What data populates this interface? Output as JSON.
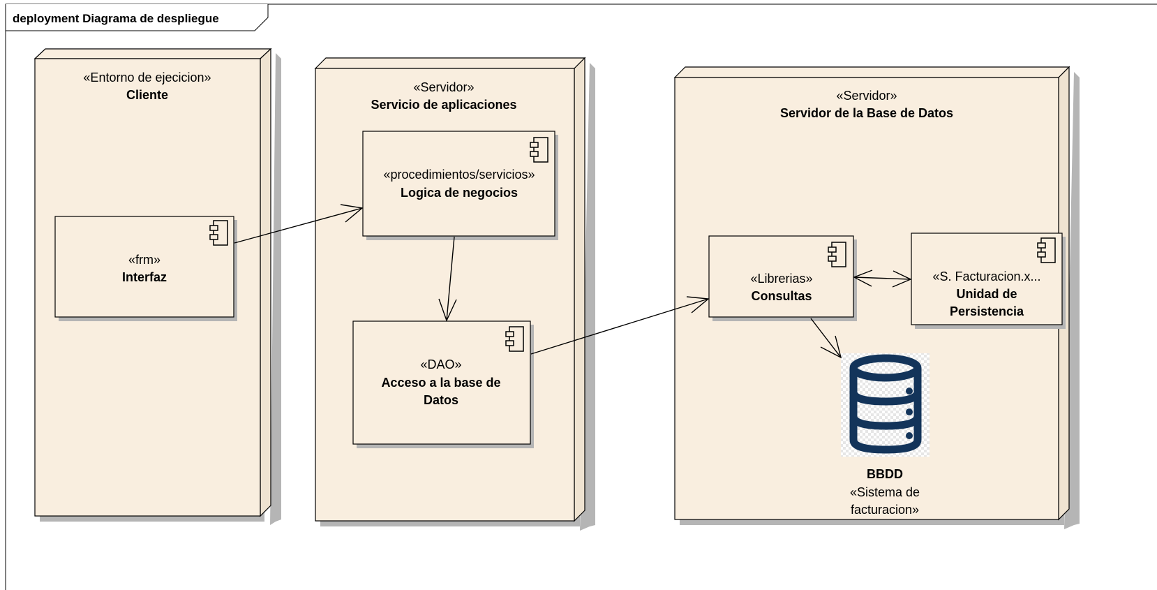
{
  "frame": {
    "title": "deployment Diagrama de despliegue"
  },
  "nodes": {
    "cliente": {
      "stereotype": "«Entorno de ejecicion»",
      "name": "Cliente"
    },
    "servicio": {
      "stereotype": "«Servidor»",
      "name": "Servicio de aplicaciones"
    },
    "servidor_bd": {
      "stereotype": "«Servidor»",
      "name": "Servidor de la Base de Datos"
    }
  },
  "components": {
    "interfaz": {
      "stereotype": "«frm»",
      "name": "Interfaz"
    },
    "logica": {
      "stereotype": "«procedimientos/servicios»",
      "name": "Logica de negocios"
    },
    "acceso": {
      "stereotype": "«DAO»",
      "name_line1": "Acceso a la base de",
      "name_line2": "Datos"
    },
    "consultas": {
      "stereotype": "«Librerias»",
      "name": "Consultas"
    },
    "unidad": {
      "stereotype": "«S. Facturacion.x...",
      "name_line1": "Unidad de",
      "name_line2": "Persistencia"
    }
  },
  "database": {
    "name": "BBDD",
    "stereotype_line1": "«Sistema de",
    "stereotype_line2": "facturacion»",
    "icon": "database-icon",
    "icon_color": "#13345a"
  },
  "colors": {
    "node_fill": "#f9eedf",
    "node_side": "#efe3d1",
    "shadow": "#b5b5b5",
    "stroke": "#000000"
  }
}
